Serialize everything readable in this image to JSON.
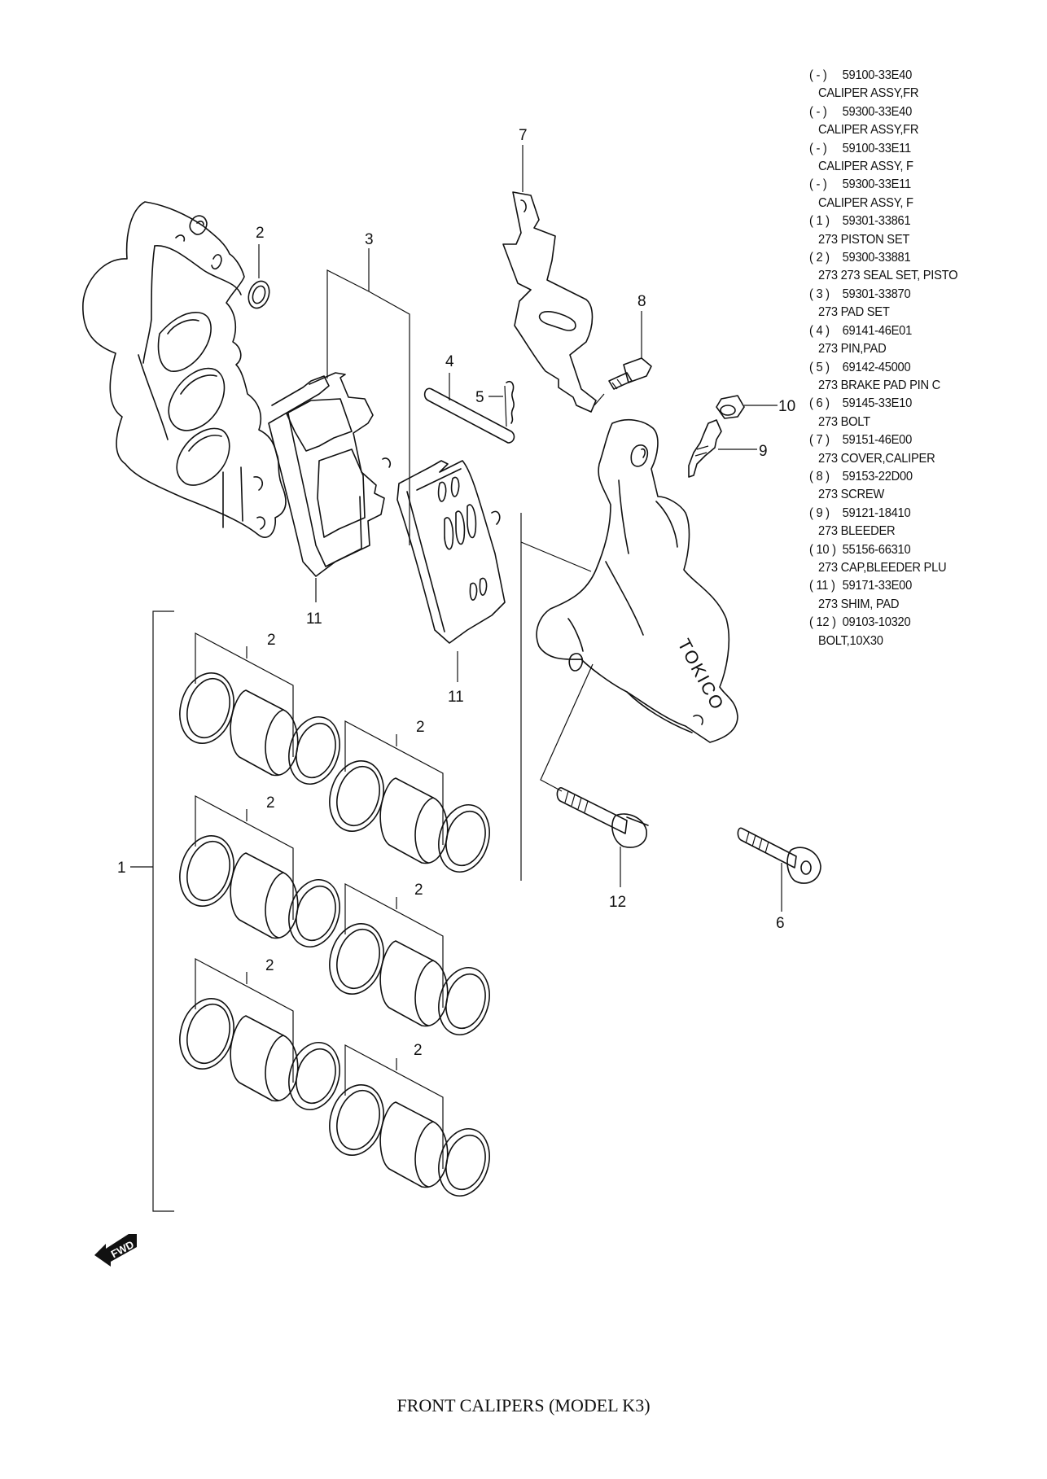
{
  "title": "FRONT CALIPERS (MODEL K3)",
  "fwd_indicator": {
    "label": "FWD",
    "icon": "forward-arrow-icon"
  },
  "parts_list": [
    {
      "ref": "( - )",
      "part_no": "59100-33E40",
      "description": "CALIPER ASSY,FR"
    },
    {
      "ref": "( - )",
      "part_no": "59300-33E40",
      "description": "CALIPER ASSY,FR"
    },
    {
      "ref": "( - )",
      "part_no": "59100-33E11",
      "description": "CALIPER ASSY, F"
    },
    {
      "ref": "( - )",
      "part_no": "59300-33E11",
      "description": "CALIPER ASSY, F"
    },
    {
      "ref": "( 1 )",
      "part_no": "59301-33861",
      "description": "273 PISTON SET"
    },
    {
      "ref": "( 2 )",
      "part_no": "59300-33881",
      "description": "273 273 SEAL SET, PISTO"
    },
    {
      "ref": "( 3 )",
      "part_no": "59301-33870",
      "description": "273 PAD SET"
    },
    {
      "ref": "( 4 )",
      "part_no": "69141-46E01",
      "description": "273 PIN,PAD"
    },
    {
      "ref": "( 5 )",
      "part_no": "69142-45000",
      "description": "273 BRAKE PAD PIN C"
    },
    {
      "ref": "( 6 )",
      "part_no": "59145-33E10",
      "description": "273 BOLT"
    },
    {
      "ref": "( 7 )",
      "part_no": "59151-46E00",
      "description": "273 COVER,CALIPER"
    },
    {
      "ref": "( 8 )",
      "part_no": "59153-22D00",
      "description": "273 SCREW"
    },
    {
      "ref": "( 9 )",
      "part_no": "59121-18410",
      "description": "273 BLEEDER"
    },
    {
      "ref": "( 10 )",
      "part_no": "55156-66310",
      "description": "273 CAP,BLEEDER PLU"
    },
    {
      "ref": "( 11 )",
      "part_no": "59171-33E00",
      "description": "273 SHIM, PAD"
    },
    {
      "ref": "( 12 )",
      "part_no": "09103-10320",
      "description": "BOLT,10X30"
    }
  ],
  "callouts": {
    "seal_top": "2",
    "pad_set": "3",
    "pad_pin": "4",
    "pin_clip": "5",
    "cover": "7",
    "screw": "8",
    "bleeder_cap": "10",
    "bleeder": "9",
    "shim_left": "11",
    "shim_right": "11",
    "piston_assy": "1",
    "seal_a": "2",
    "seal_b": "2",
    "seal_c": "2",
    "seal_d": "2",
    "seal_e": "2",
    "seal_f": "2",
    "bolt_12": "12",
    "bolt_6": "6"
  },
  "caliper_brand": "TOKICO"
}
